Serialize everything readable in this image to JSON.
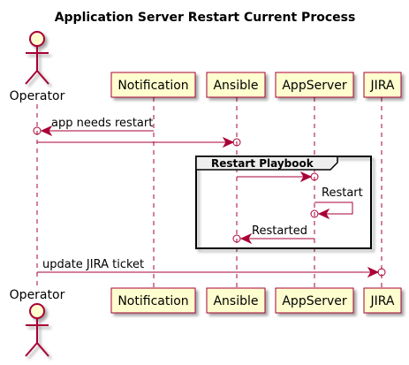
{
  "title": "Application Server Restart Current Process",
  "participants": {
    "operator": "Operator",
    "notification": "Notification",
    "ansible": "Ansible",
    "appserver": "AppServer",
    "jira": "JIRA"
  },
  "messages": [
    {
      "from": "Notification",
      "to": "Operator",
      "label": "app needs restart"
    },
    {
      "from": "Operator",
      "to": "Ansible",
      "label": ""
    },
    {
      "from": "Ansible",
      "to": "AppServer",
      "label": ""
    },
    {
      "from": "AppServer",
      "to": "AppServer",
      "label": "Restart"
    },
    {
      "from": "AppServer",
      "to": "Ansible",
      "label": "Restarted"
    },
    {
      "from": "Operator",
      "to": "JIRA",
      "label": "update JIRA ticket"
    }
  ],
  "group": {
    "label": "Restart Playbook"
  },
  "colors": {
    "line": "#a80036",
    "participant_fill": "#fefece",
    "frame_label_fill": "#eeeeee",
    "text": "#000000"
  }
}
